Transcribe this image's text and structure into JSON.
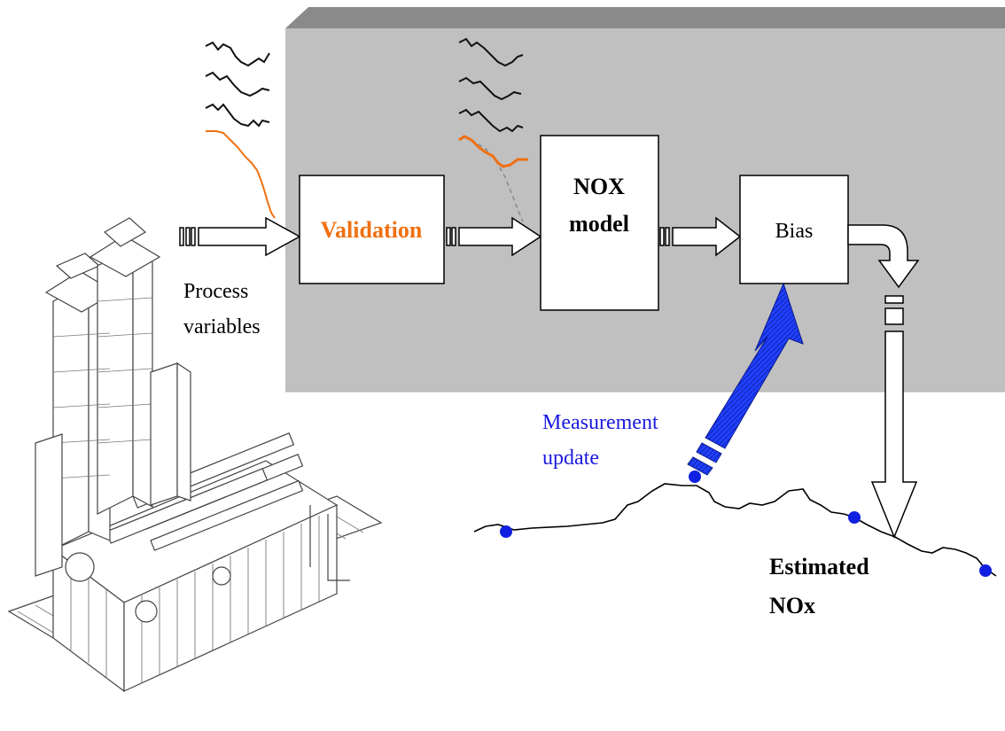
{
  "labels": {
    "validation": "Validation",
    "nox_model_line1": "NOX",
    "nox_model_line2": "model",
    "bias": "Bias",
    "process_line1": "Process",
    "process_line2": "variables",
    "measurement_line1": "Measurement",
    "measurement_line2": "update",
    "estimated_line1": "Estimated",
    "estimated_line2": "NOx"
  },
  "colors": {
    "panel": "#c0c0c0",
    "panel_top": "#8c8c8c",
    "validation_text": "#f07010",
    "orange_trace": "#f07010",
    "blue": "#1030e0",
    "measurement_text": "#1a1ae0"
  },
  "icons": {
    "plant": "industrial-boiler-icon",
    "measurement_point": "blue-dot-icon"
  }
}
